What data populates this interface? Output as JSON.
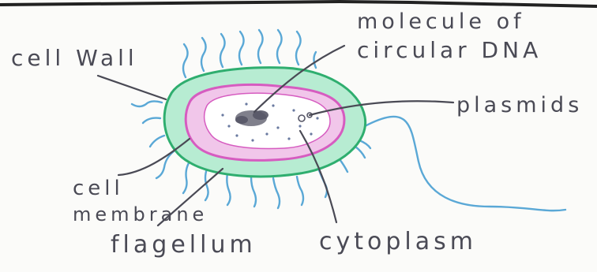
{
  "labels": {
    "cell_wall": "cell Wall",
    "molecule_line1": "molecule of",
    "molecule_line2": "circular DNA",
    "plasmids": "plasmids",
    "cell_membrane_line1": "cell",
    "cell_membrane_line2": "membrane",
    "flagellum": "flagellum",
    "cytoplasm": "cytoplasm"
  },
  "colors": {
    "pencil": "#4a4a55",
    "cell_wall_fill": "#b7ecd2",
    "cell_wall_edge": "#2fae6f",
    "membrane": "#d65cc0",
    "membrane_fill": "#f1c6ea",
    "cytoplasm": "#ffffff",
    "dna": "#555566",
    "flagella": "#5aa8d6",
    "ruler_line": "#222222"
  }
}
